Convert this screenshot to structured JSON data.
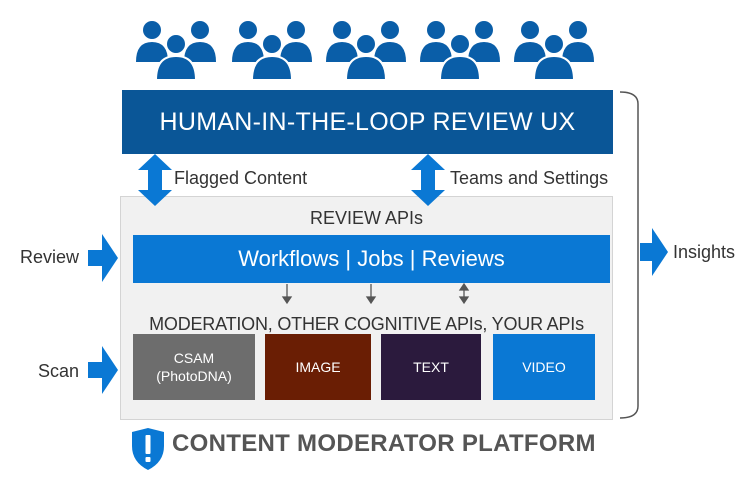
{
  "review_ux": {
    "title": "HUMAN-IN-THE-LOOP REVIEW UX"
  },
  "connectors": {
    "flagged_content": "Flagged Content",
    "teams_and_settings": "Teams and Settings"
  },
  "review_apis": {
    "title": "REVIEW APIs",
    "bar_label": "Workflows | Jobs | Reviews"
  },
  "moderation": {
    "title": "MODERATION, OTHER COGNITIVE APIs, YOUR APIs",
    "tiles": [
      {
        "line1": "CSAM",
        "line2": "(PhotoDNA)",
        "color": "#6d6d6d"
      },
      {
        "line1": "IMAGE",
        "line2": "",
        "color": "#6a1e04"
      },
      {
        "line1": "TEXT",
        "line2": "",
        "color": "#2b1a3d"
      },
      {
        "line1": "VIDEO",
        "line2": "",
        "color": "#0a78d4"
      }
    ]
  },
  "side_labels": {
    "review": "Review",
    "scan": "Scan",
    "insights": "Insights"
  },
  "footer": {
    "title": "CONTENT MODERATOR PLATFORM"
  },
  "colors": {
    "dark_blue": "#0a5697",
    "blue": "#0a78d4",
    "icon_blue": "#0a5ea8",
    "panel_gray": "#f1f1f1"
  },
  "icons": [
    "people-group-icon",
    "double-arrow-icon",
    "right-arrow-icon",
    "shield-exclamation-icon",
    "bracket-icon"
  ]
}
